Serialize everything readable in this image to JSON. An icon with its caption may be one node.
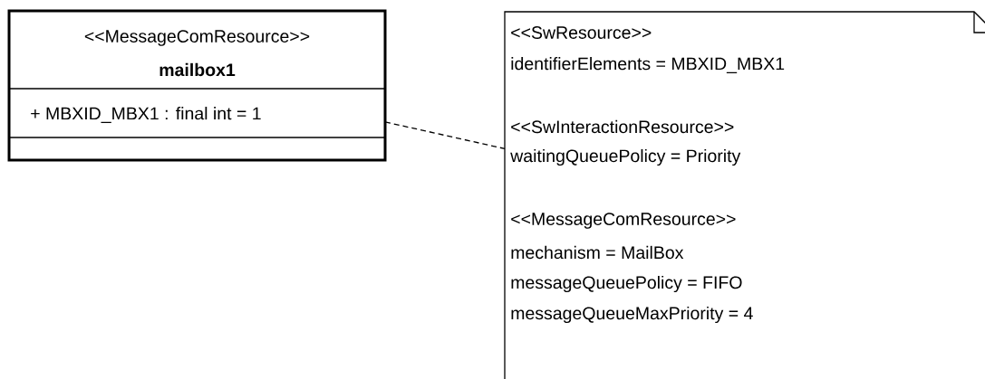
{
  "diagram": {
    "nodes": [
      {
        "text": [
          "<<MessageComResource>>",
          "mailbox1",
          "+ MBXID_MBX1 : final int = 1"
        ]
      },
      {
        "text": [
          "<<SwResource>>",
          "identifierElements = MBXID_MBX1",
          "<<SwInteractionResource>>",
          "waitingQueuePolicy = Priority",
          "<<MessageComResource>>",
          "mechanism = MailBox",
          "messageQueuePolicy = FIFO",
          "messageQueueMaxPriority = 4"
        ]
      }
    ],
    "edges": [
      {
        "from": 0,
        "to": 1,
        "arrow": "none",
        "style": "dashed"
      }
    ]
  }
}
